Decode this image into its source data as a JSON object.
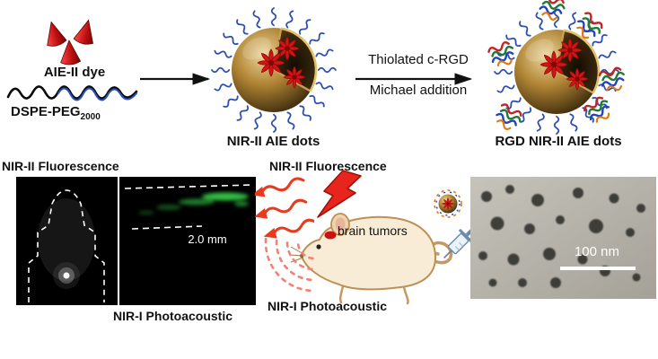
{
  "figure": {
    "synthesis": {
      "dye_label": "AIE-II dye",
      "peg_label": "DSPE-PEG",
      "peg_subscript": "2000",
      "dots_label": "NIR-II AIE dots",
      "reaction_reagent": "Thiolated c-RGD",
      "reaction_type": "Michael addition",
      "rgd_dots_label": "RGD NIR-II AIE dots"
    },
    "imaging_left": {
      "fluorescence_label": "NIR-II Fluorescence",
      "photoacoustic_label": "NIR-I Photoacoustic",
      "scale_label": "2.0 mm"
    },
    "mouse_panel": {
      "fluorescence_label": "NIR-II Fluorescence",
      "photoacoustic_label": "NIR-I Photoacoustic",
      "tumor_label": "brain tumors"
    },
    "tem_panel": {
      "scale_label": "100 nm"
    },
    "colors": {
      "aie_red": "#d31414",
      "polymer_blue": "#2e4fb0",
      "sphere_gold": "#b08434",
      "signal_green": "#37d14a",
      "laser_red": "#e8251c",
      "photoacoustic_pink": "#ef8272"
    },
    "icons": {
      "laser": "lightning-bolt-icon",
      "injection": "syringe-icon",
      "emission": "wavy-arrows-icon",
      "acoustic": "dashed-arcs-icon",
      "dye": "cone-cluster-icon",
      "polymer": "wavy-chain-icon"
    }
  }
}
